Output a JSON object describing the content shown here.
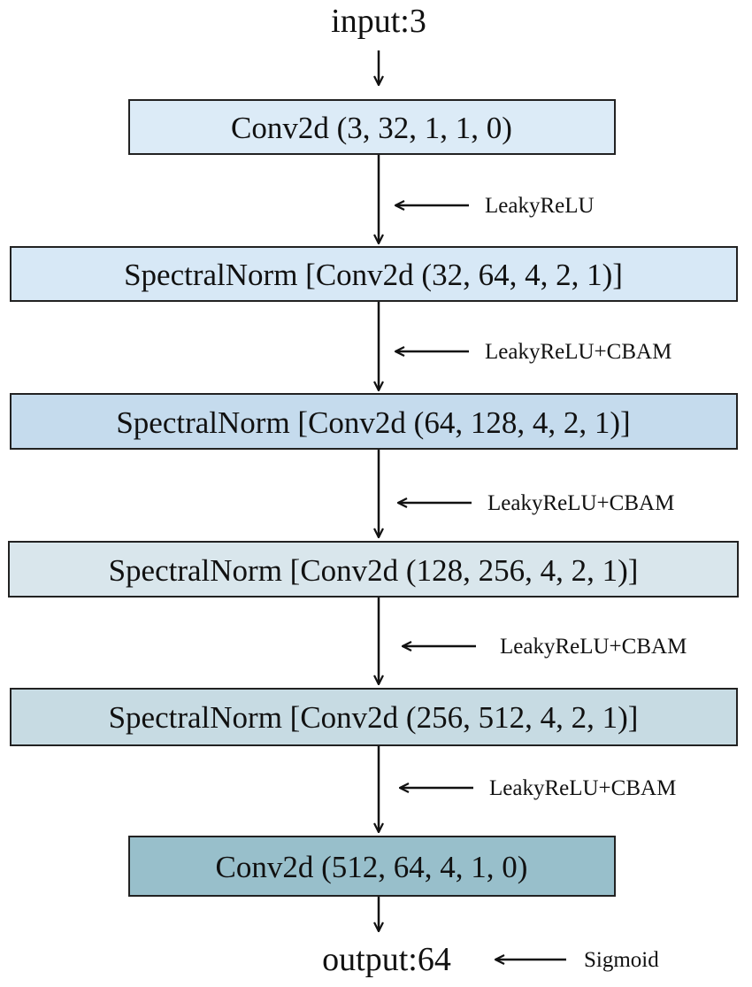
{
  "diagram": {
    "input": "input:3",
    "output": "output:64",
    "layers": [
      {
        "label": "Conv2d (3, 32, 1, 1, 0)",
        "fill": "#dcebf7"
      },
      {
        "label": "SpectralNorm [Conv2d (32, 64, 4, 2, 1)]",
        "fill": "#d7e8f6"
      },
      {
        "label": "SpectralNorm [Conv2d (64, 128, 4, 2, 1)]",
        "fill": "#c5dbed"
      },
      {
        "label": "SpectralNorm [Conv2d (128, 256, 4, 2, 1)]",
        "fill": "#d9e6ec"
      },
      {
        "label": "SpectralNorm [Conv2d (256, 512, 4, 2, 1)]",
        "fill": "#c7dbe3"
      },
      {
        "label": "Conv2d (512, 64, 4, 1, 0)",
        "fill": "#98bfcb"
      }
    ],
    "activations": [
      "LeakyReLU",
      "LeakyReLU+CBAM",
      "LeakyReLU+CBAM",
      "LeakyReLU+CBAM",
      "LeakyReLU+CBAM"
    ],
    "output_activation": "Sigmoid"
  }
}
